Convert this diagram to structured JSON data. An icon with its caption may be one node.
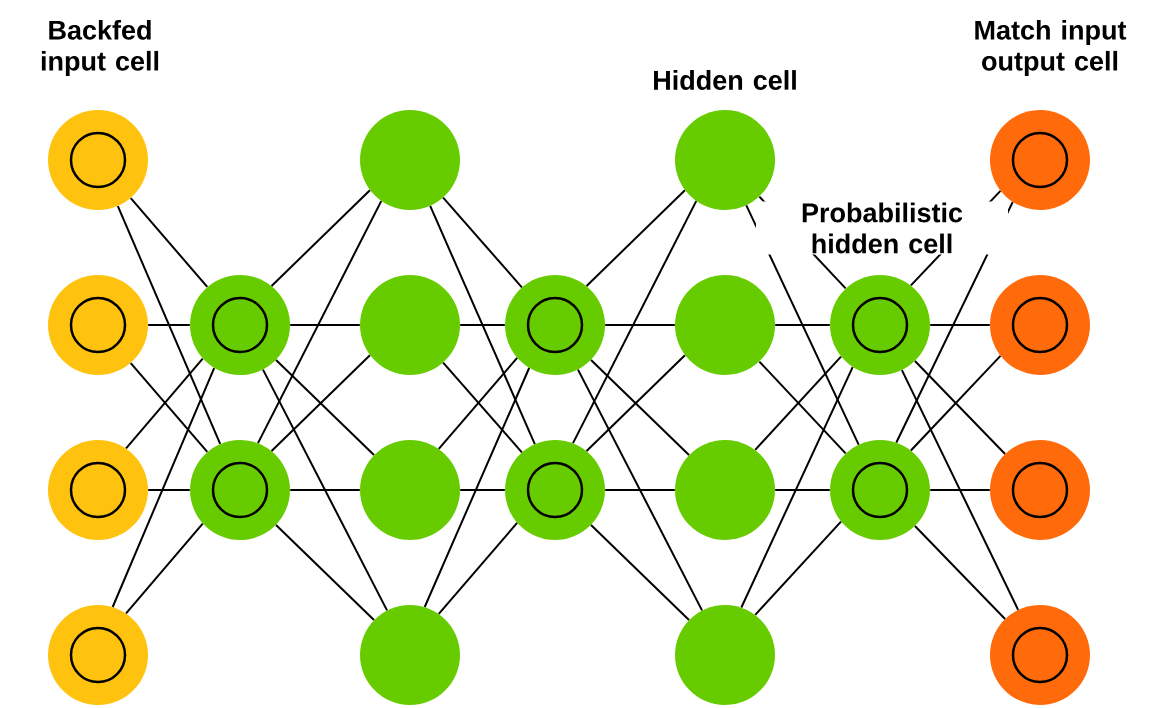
{
  "diagram": {
    "nodes": [
      {
        "text": [],
        "shape": "circle"
      },
      {
        "text": [],
        "shape": "circle"
      },
      {
        "text": [],
        "shape": "circle"
      },
      {
        "text": [],
        "shape": "circle"
      },
      {
        "text": [],
        "shape": "circle"
      },
      {
        "text": [],
        "shape": "circle"
      },
      {
        "text": [],
        "shape": "circle"
      },
      {
        "text": [],
        "shape": "circle"
      },
      {
        "text": [],
        "shape": "circle"
      },
      {
        "text": [],
        "shape": "circle"
      },
      {
        "text": [],
        "shape": "circle"
      },
      {
        "text": [],
        "shape": "circle"
      },
      {
        "text": [],
        "shape": "circle"
      },
      {
        "text": [],
        "shape": "circle"
      },
      {
        "text": [],
        "shape": "circle"
      },
      {
        "text": [],
        "shape": "circle"
      },
      {
        "text": [],
        "shape": "circle"
      },
      {
        "text": [],
        "shape": "circle"
      },
      {
        "text": [],
        "shape": "circle"
      },
      {
        "text": [],
        "shape": "circle"
      },
      {
        "text": [],
        "shape": "circle"
      },
      {
        "text": [],
        "shape": "circle"
      }
    ],
    "edges": [
      {
        "from": 0,
        "to": 4,
        "arrow": "none"
      },
      {
        "from": 0,
        "to": 5,
        "arrow": "none"
      },
      {
        "from": 1,
        "to": 4,
        "arrow": "none"
      },
      {
        "from": 1,
        "to": 5,
        "arrow": "none"
      },
      {
        "from": 2,
        "to": 4,
        "arrow": "none"
      },
      {
        "from": 2,
        "to": 5,
        "arrow": "none"
      },
      {
        "from": 3,
        "to": 4,
        "arrow": "none"
      },
      {
        "from": 3,
        "to": 5,
        "arrow": "none"
      },
      {
        "from": 4,
        "to": 6,
        "arrow": "none"
      },
      {
        "from": 4,
        "to": 7,
        "arrow": "none"
      },
      {
        "from": 4,
        "to": 8,
        "arrow": "none"
      },
      {
        "from": 4,
        "to": 9,
        "arrow": "none"
      },
      {
        "from": 5,
        "to": 6,
        "arrow": "none"
      },
      {
        "from": 5,
        "to": 7,
        "arrow": "none"
      },
      {
        "from": 5,
        "to": 8,
        "arrow": "none"
      },
      {
        "from": 5,
        "to": 9,
        "arrow": "none"
      },
      {
        "from": 6,
        "to": 10,
        "arrow": "none"
      },
      {
        "from": 6,
        "to": 11,
        "arrow": "none"
      },
      {
        "from": 7,
        "to": 10,
        "arrow": "none"
      },
      {
        "from": 7,
        "to": 11,
        "arrow": "none"
      },
      {
        "from": 8,
        "to": 10,
        "arrow": "none"
      },
      {
        "from": 8,
        "to": 11,
        "arrow": "none"
      },
      {
        "from": 9,
        "to": 10,
        "arrow": "none"
      },
      {
        "from": 9,
        "to": 11,
        "arrow": "none"
      },
      {
        "from": 10,
        "to": 12,
        "arrow": "none"
      },
      {
        "from": 10,
        "to": 13,
        "arrow": "none"
      },
      {
        "from": 10,
        "to": 14,
        "arrow": "none"
      },
      {
        "from": 10,
        "to": 15,
        "arrow": "none"
      },
      {
        "from": 11,
        "to": 12,
        "arrow": "none"
      },
      {
        "from": 11,
        "to": 13,
        "arrow": "none"
      },
      {
        "from": 11,
        "to": 14,
        "arrow": "none"
      },
      {
        "from": 11,
        "to": 15,
        "arrow": "none"
      },
      {
        "from": 12,
        "to": 16,
        "arrow": "none"
      },
      {
        "from": 12,
        "to": 17,
        "arrow": "none"
      },
      {
        "from": 13,
        "to": 16,
        "arrow": "none"
      },
      {
        "from": 13,
        "to": 17,
        "arrow": "none"
      },
      {
        "from": 14,
        "to": 16,
        "arrow": "none"
      },
      {
        "from": 14,
        "to": 17,
        "arrow": "none"
      },
      {
        "from": 15,
        "to": 16,
        "arrow": "none"
      },
      {
        "from": 15,
        "to": 17,
        "arrow": "none"
      },
      {
        "from": 16,
        "to": 18,
        "arrow": "none"
      },
      {
        "from": 16,
        "to": 19,
        "arrow": "none"
      },
      {
        "from": 16,
        "to": 20,
        "arrow": "none"
      },
      {
        "from": 16,
        "to": 21,
        "arrow": "none"
      },
      {
        "from": 17,
        "to": 18,
        "arrow": "none"
      },
      {
        "from": 17,
        "to": 19,
        "arrow": "none"
      },
      {
        "from": 17,
        "to": 20,
        "arrow": "none"
      },
      {
        "from": 17,
        "to": 21,
        "arrow": "none"
      }
    ],
    "labels": [
      "Backfed input cell",
      "Match input output cell",
      "Hidden cell",
      "Probabilistic hidden cell"
    ]
  }
}
